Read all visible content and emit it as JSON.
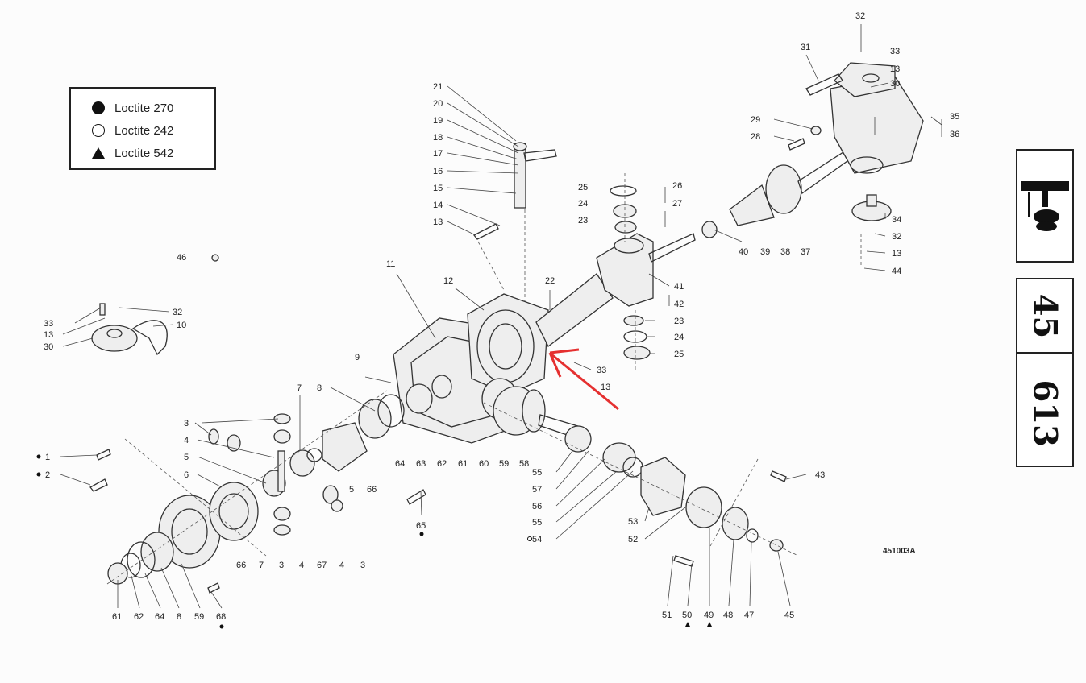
{
  "legend": {
    "items": [
      {
        "symbol": "filled-circle",
        "label": "Loctite 270"
      },
      {
        "symbol": "open-circle",
        "label": "Loctite 242"
      },
      {
        "symbol": "filled-triangle",
        "label": "Loctite 542"
      }
    ]
  },
  "drawing_code": "451003A",
  "side_tabs": {
    "section": "45",
    "page": "613"
  },
  "annotation_color": "#e53030",
  "callouts": [
    "21",
    "20",
    "19",
    "18",
    "17",
    "16",
    "15",
    "14",
    "13",
    "46",
    "11",
    "12",
    "22",
    "25",
    "24",
    "23",
    "26",
    "27",
    "9",
    "33",
    "13",
    "23",
    "24",
    "25",
    "41",
    "42",
    "40",
    "39",
    "38",
    "37",
    "34",
    "32",
    "13",
    "44",
    "29",
    "28",
    "32",
    "33",
    "13",
    "31",
    "30",
    "35",
    "36",
    "33",
    "13",
    "30",
    "32",
    "10",
    "3",
    "4",
    "5",
    "6",
    "1",
    "2",
    "7",
    "8",
    "66",
    "7",
    "3",
    "4",
    "67",
    "4",
    "3",
    "5",
    "66",
    "64",
    "63",
    "62",
    "61",
    "60",
    "59",
    "58",
    "65",
    "61",
    "62",
    "64",
    "8",
    "59",
    "68",
    "55",
    "57",
    "56",
    "55",
    "54",
    "53",
    "52",
    "43",
    "51",
    "50",
    "49",
    "48",
    "47",
    "45"
  ]
}
